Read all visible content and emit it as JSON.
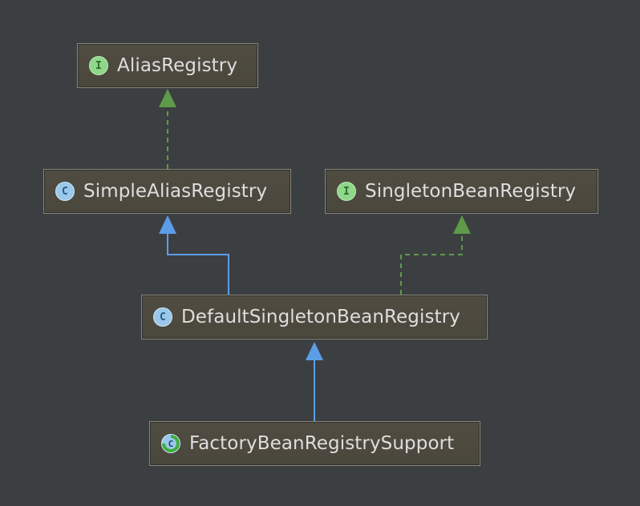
{
  "diagram": {
    "nodes": [
      {
        "id": "alias-registry",
        "label": "AliasRegistry",
        "kind": "interface",
        "badge": "I"
      },
      {
        "id": "simple-alias-registry",
        "label": "SimpleAliasRegistry",
        "kind": "class",
        "badge": "C"
      },
      {
        "id": "singleton-bean-registry",
        "label": "SingletonBeanRegistry",
        "kind": "interface",
        "badge": "I"
      },
      {
        "id": "default-singleton-bean-registry",
        "label": "DefaultSingletonBeanRegistry",
        "kind": "class",
        "badge": "C"
      },
      {
        "id": "factory-bean-registry-support",
        "label": "FactoryBeanRegistrySupport",
        "kind": "abstract-class",
        "badge": "C"
      }
    ],
    "edges": [
      {
        "from": "simple-alias-registry",
        "to": "alias-registry",
        "relation": "implements"
      },
      {
        "from": "default-singleton-bean-registry",
        "to": "simple-alias-registry",
        "relation": "extends"
      },
      {
        "from": "default-singleton-bean-registry",
        "to": "singleton-bean-registry",
        "relation": "implements"
      },
      {
        "from": "factory-bean-registry-support",
        "to": "default-singleton-bean-registry",
        "relation": "extends"
      }
    ],
    "colors": {
      "background": "#3c3f41",
      "implements": "#5f9a4a",
      "extends": "#5b9ee8",
      "node_fill": "#4d4a3f",
      "node_border": "#8b8778",
      "text": "#dedede"
    }
  }
}
